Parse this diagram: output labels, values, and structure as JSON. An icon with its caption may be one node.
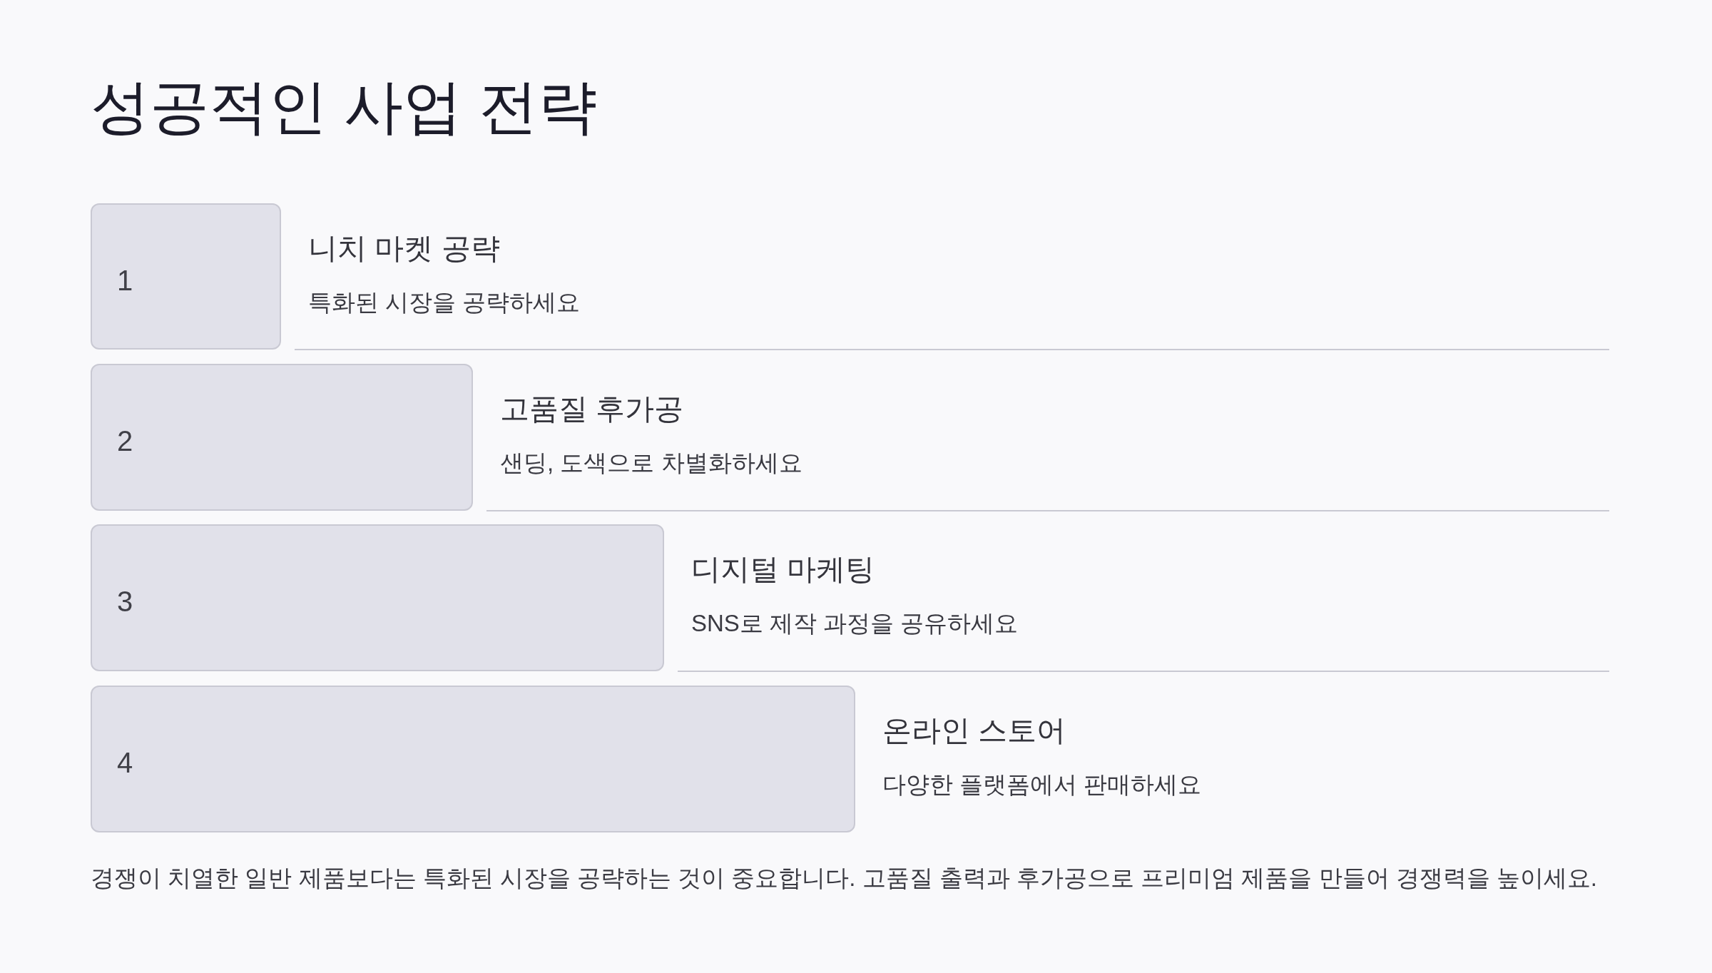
{
  "diagram": {
    "title": "성공적인 사업 전략",
    "nodes": [
      {
        "text": [
          "1"
        ],
        "beside": [
          "니치 마켓 공략",
          "특화된 시장을 공략하세요"
        ]
      },
      {
        "text": [
          "2"
        ],
        "beside": [
          "고품질 후가공",
          "샌딩, 도색으로 차별화하세요"
        ]
      },
      {
        "text": [
          "3"
        ],
        "beside": [
          "디지털 마케팅",
          "SNS로 제작 과정을 공유하세요"
        ]
      },
      {
        "text": [
          "4"
        ],
        "beside": [
          "온라인 스토어",
          "다양한 플랫폼에서 판매하세요"
        ]
      }
    ],
    "labels": [
      "경쟁이 치열한 일반 제품보다는 특화된 시장을 공략하는 것이 중요합니다. 고품질 출력과 후가공으로 프리미엄 제품을 만들어 경쟁력을 높이세요."
    ]
  }
}
